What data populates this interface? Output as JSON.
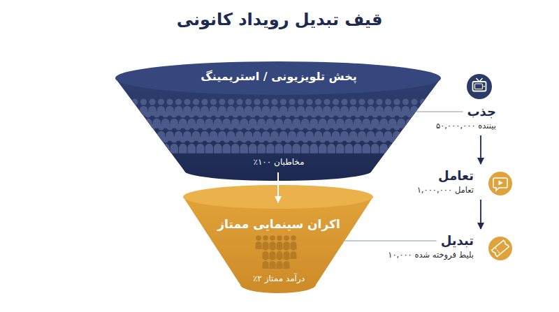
{
  "diagram": {
    "title": "قیف تبدیل رویداد کانونی",
    "nodes": [
      {
        "text": [
          "پخش تلویزیونی / استریمینگ",
          "٪۱۰۰ مخاطبان"
        ]
      },
      {
        "text": [
          "اکران سینمایی ممتاز",
          "٪۲ درآمد ممتاز"
        ]
      },
      {
        "text": [
          "جذب",
          "۵۰,۰۰۰,۰۰۰ بیننده"
        ]
      },
      {
        "text": [
          "تعامل",
          "۱,۰۰۰,۰۰۰ تعامل"
        ]
      },
      {
        "text": [
          "تبدیل",
          "۱۰,۰۰۰ بلیط فروخته شده"
        ]
      }
    ],
    "edges": [
      {
        "from": 0,
        "to": 1,
        "arrow": "to"
      },
      {
        "from": 2,
        "to": 3,
        "arrow": "to"
      },
      {
        "from": 3,
        "to": 4,
        "arrow": "to"
      },
      {
        "from": 0,
        "to": 2,
        "arrow": "none"
      },
      {
        "from": 1,
        "to": 4,
        "arrow": "none"
      }
    ]
  }
}
